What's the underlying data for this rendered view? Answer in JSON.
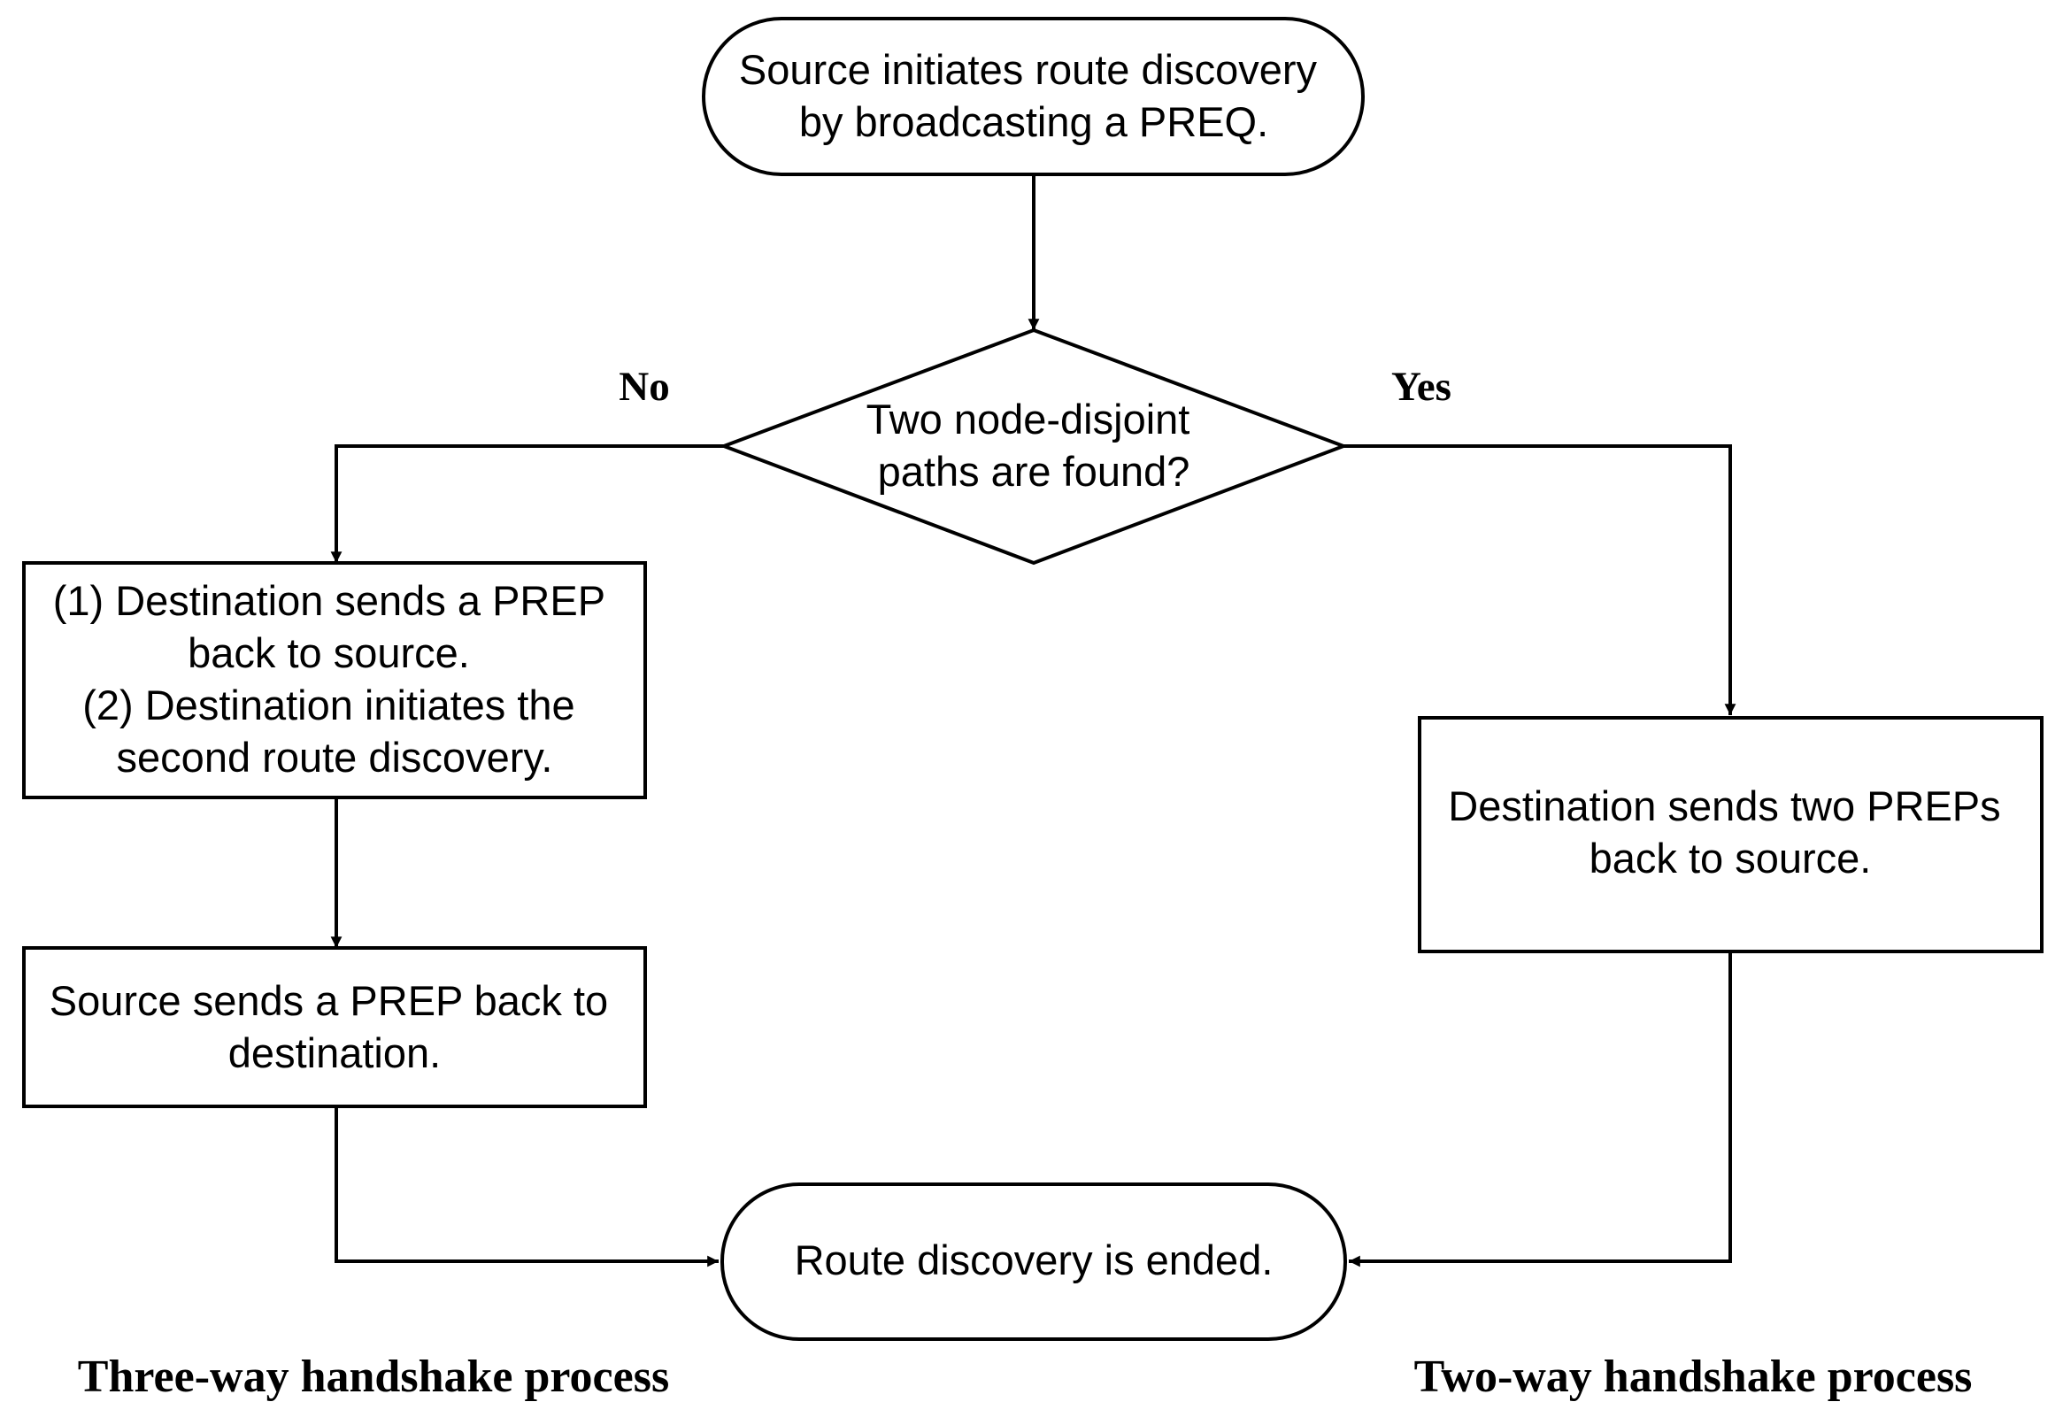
{
  "nodes": {
    "start": {
      "lines": [
        "Source initiates route discovery",
        "by broadcasting a PREQ."
      ]
    },
    "decision": {
      "lines": [
        "Two node-disjoint",
        "paths are found?"
      ]
    },
    "no_step1": {
      "lines": [
        "(1) Destination sends a PREP",
        "back to source.",
        "(2) Destination initiates the",
        "second route discovery."
      ]
    },
    "no_step2": {
      "lines": [
        "Source sends a PREP back to",
        "destination."
      ]
    },
    "yes_step": {
      "lines": [
        "Destination sends two PREPs",
        "back to source."
      ]
    },
    "end": {
      "lines": [
        "Route discovery is ended."
      ]
    }
  },
  "branch_labels": {
    "no": "No",
    "yes": "Yes"
  },
  "captions": {
    "left": "Three-way handshake process",
    "right": "Two-way handshake process"
  },
  "colors": {
    "stroke": "#000000",
    "fill": "#ffffff",
    "text": "#000000"
  }
}
